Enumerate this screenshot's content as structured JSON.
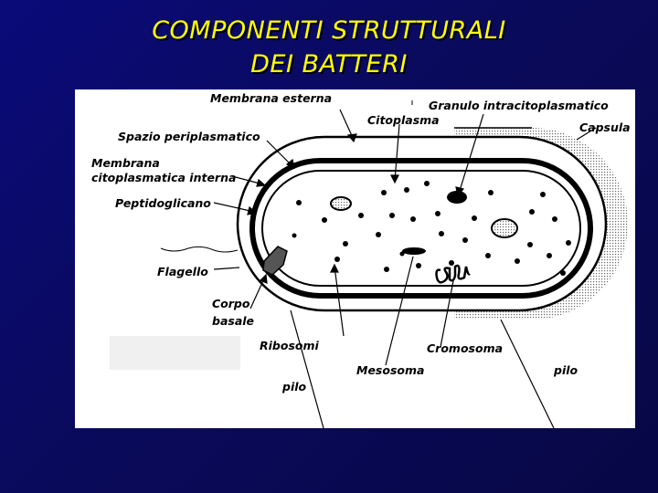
{
  "title": {
    "line1": "COMPONENTI STRUTTURALI",
    "line2": "DEI BATTERI"
  },
  "labels": {
    "outer_membrane": "Membrana esterna",
    "granule": "Granulo intracitoplasmatico",
    "cytoplasm": "Citoplasma",
    "capsule": "Capsula",
    "periplasmic_space": "Spazio periplasmatico",
    "inner_membrane_1": "Membrana",
    "inner_membrane_2": "citoplasmatica interna",
    "peptidoglycan": "Peptidoglicano",
    "flagellum": "Flagello",
    "basal_body_1": "Corpo",
    "basal_body_2": "basale",
    "ribosomes": "Ribosomi",
    "chromosome": "Cromosoma",
    "mesosome": "Mesosoma",
    "pilus_left": "pilo",
    "pilus_right": "pilo"
  },
  "colors": {
    "title": "#ffff00",
    "background": "#0a0a6e",
    "panel": "#ffffff"
  }
}
